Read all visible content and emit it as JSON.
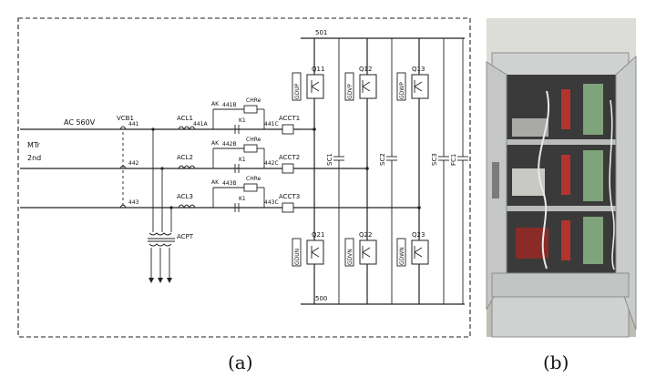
{
  "panel_a": {
    "caption": "(a)",
    "labels": {
      "top_bus": "501",
      "bottom_bus": "500",
      "input_voltage": "AC 560V",
      "source_line1": "MTr",
      "source_line2": "2nd",
      "breaker": "VCB1",
      "wire_441": "441",
      "wire_442": "442",
      "wire_443": "443",
      "reactor_1": "ACL1",
      "reactor_2": "ACL2",
      "reactor_3": "ACL3",
      "node_441a": "441A",
      "node_441b": "441B",
      "node_442b": "442B",
      "node_443b": "443B",
      "resistor_1": "CHRe",
      "resistor_2": "CHRe",
      "resistor_3": "CHRe",
      "contact_1": "K1",
      "contact_2": "K1",
      "contact_3": "K1",
      "ak_1": "AK",
      "ak_2": "AK",
      "ak_3": "AK",
      "node_441c": "441C",
      "node_442c": "442C",
      "node_443c": "443C",
      "ct_1": "ACCT1",
      "ct_2": "ACCT2",
      "ct_3": "ACCT3",
      "pt": "ACPT",
      "sw_q11": "Q11",
      "sw_q12": "Q12",
      "sw_q13": "Q13",
      "sw_q21": "Q21",
      "sw_q22": "Q22",
      "sw_q23": "Q23",
      "gd_u_top": "GDUP",
      "gd_v_top": "GDVP",
      "gd_w_top": "GDWP",
      "gd_u_bot": "GDUN",
      "gd_v_bot": "GDVN",
      "gd_w_bot": "GDWN",
      "cap_1": "SC1",
      "cap_2": "SC2",
      "cap_3": "SC3",
      "cap_fc": "FC1"
    }
  },
  "panel_b": {
    "caption": "(b)"
  },
  "colors": {
    "line": "#222222",
    "cabinet": "#d8dad9",
    "interior": "#3a3a3a",
    "board_green": "#7fa37a",
    "accent_red": "#b3342c"
  }
}
